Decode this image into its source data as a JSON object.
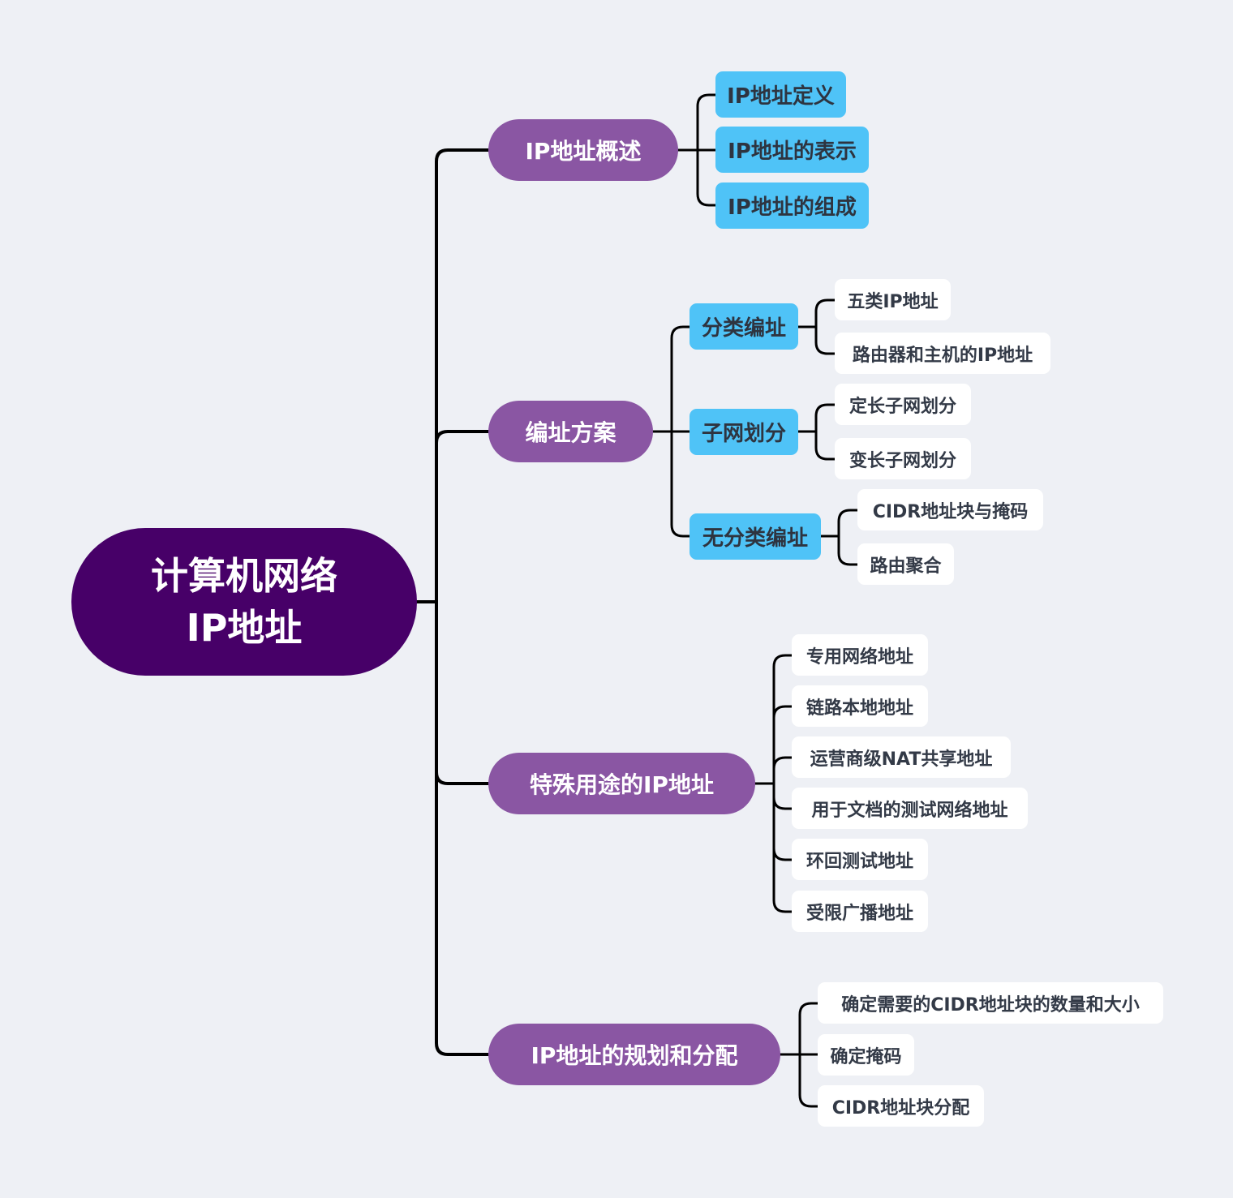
{
  "mindmap": {
    "root": {
      "line1": "计算机网络",
      "line2": "IP地址"
    },
    "branches": [
      {
        "label": "IP地址概述",
        "children": [
          {
            "label": "IP地址定义"
          },
          {
            "label": "IP地址的表示"
          },
          {
            "label": "IP地址的组成"
          }
        ]
      },
      {
        "label": "编址方案",
        "children": [
          {
            "label": "分类编址",
            "children": [
              {
                "label": "五类IP地址"
              },
              {
                "label": "路由器和主机的IP地址"
              }
            ]
          },
          {
            "label": "子网划分",
            "children": [
              {
                "label": "定长子网划分"
              },
              {
                "label": "变长子网划分"
              }
            ]
          },
          {
            "label": "无分类编址",
            "children": [
              {
                "label": "CIDR地址块与掩码"
              },
              {
                "label": "路由聚合"
              }
            ]
          }
        ]
      },
      {
        "label": "特殊用途的IP地址",
        "children": [
          {
            "label": "专用网络地址"
          },
          {
            "label": "链路本地地址"
          },
          {
            "label": "运营商级NAT共享地址"
          },
          {
            "label": "用于文档的测试网络地址"
          },
          {
            "label": "环回测试地址"
          },
          {
            "label": "受限广播地址"
          }
        ]
      },
      {
        "label": "IP地址的规划和分配",
        "children": [
          {
            "label": "确定需要的CIDR地址块的数量和大小"
          },
          {
            "label": "确定掩码"
          },
          {
            "label": "CIDR地址块分配"
          }
        ]
      }
    ]
  },
  "colors": {
    "background": "#eef0f5",
    "root": "#470068",
    "branch": "#8a56a3",
    "sub_topic": "#4fc3f7",
    "leaf": "#ffffff",
    "connector": "#000000"
  }
}
